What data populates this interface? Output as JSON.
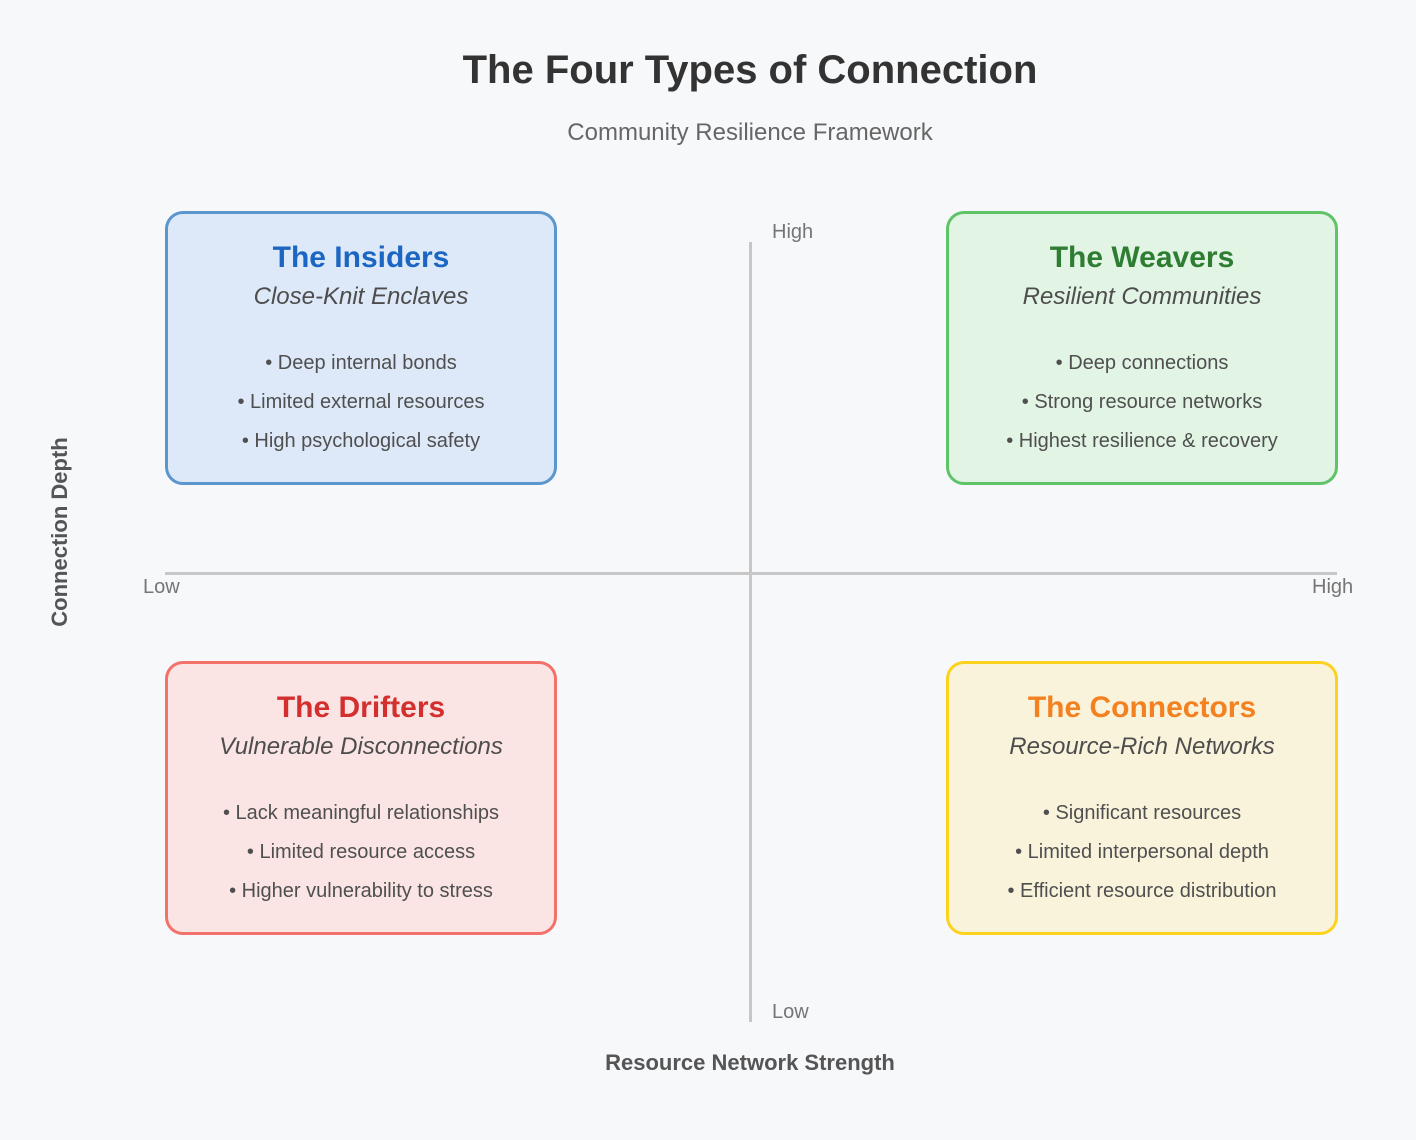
{
  "page": {
    "title": "The Four Types of Connection",
    "subtitle": "Community Resilience Framework",
    "background_color": "#f7f8fa"
  },
  "axes": {
    "x_title": "Resource Network Strength",
    "y_title": "Connection Depth",
    "x_low_label": "Low",
    "x_high_label": "High",
    "y_low_label": "Low",
    "y_high_label": "High",
    "line_color": "#c7c7c7"
  },
  "quadrants": [
    {
      "position": "top-left",
      "name": "The Insiders",
      "tagline": "Close-Knit Enclaves",
      "bullets": [
        "• Deep internal bonds",
        "• Limited external resources",
        "• High psychological safety"
      ],
      "title_color": "#1a66c2",
      "border_color": "#5b97cd",
      "fill_color": "#dde9f8"
    },
    {
      "position": "top-right",
      "name": "The Weavers",
      "tagline": "Resilient Communities",
      "bullets": [
        "• Deep connections",
        "• Strong resource networks",
        "• Highest resilience & recovery"
      ],
      "title_color": "#2e7d32",
      "border_color": "#5fc468",
      "fill_color": "#e2f4e4"
    },
    {
      "position": "bottom-left",
      "name": "The Drifters",
      "tagline": "Vulnerable Disconnections",
      "bullets": [
        "• Lack meaningful relationships",
        "• Limited resource access",
        "• Higher vulnerability to stress"
      ],
      "title_color": "#d32f2f",
      "border_color": "#f3716b",
      "fill_color": "#fae5e4"
    },
    {
      "position": "bottom-right",
      "name": "The Connectors",
      "tagline": "Resource-Rich Networks",
      "bullets": [
        "• Significant resources",
        "• Limited interpersonal depth",
        "• Efficient resource distribution"
      ],
      "title_color": "#f48120",
      "border_color": "#fdd21e",
      "fill_color": "#faf3dc"
    }
  ]
}
